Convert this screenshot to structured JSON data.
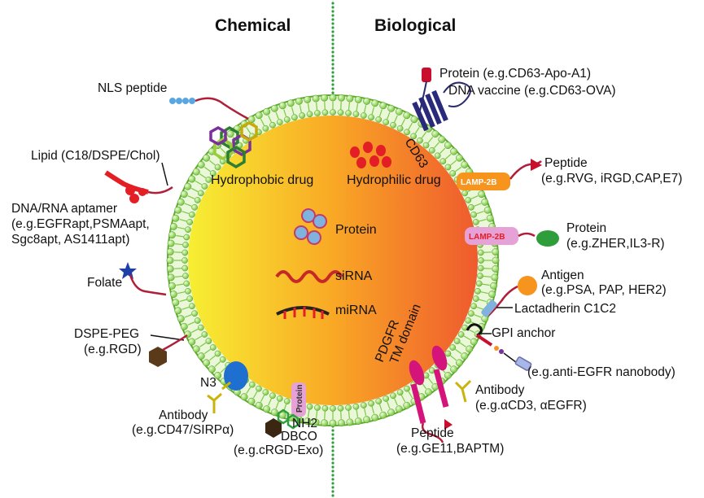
{
  "headers": {
    "left": "Chemical",
    "right": "Biological"
  },
  "inner": {
    "hydrophobic": "Hydrophobic drug",
    "hydrophilic": "Hydrophilic drug",
    "protein": "Protein",
    "sirna": "siRNA",
    "mirna": "miRNA"
  },
  "left_labels": {
    "nls": "NLS peptide",
    "lipid": "Lipid (C18/DSPE/Chol)",
    "aptamer_1": "DNA/RNA aptamer",
    "aptamer_2": "(e.g.EGFRapt,PSMAapt,",
    "aptamer_3": "Sgc8apt, AS1411apt)",
    "folate": "Folate",
    "dspe_1": "DSPE-PEG",
    "dspe_2": "(e.g.RGD)",
    "n3": "N3",
    "antibody_1": "Antibody",
    "antibody_2": "(e.g.CD47/SIRPα)",
    "nh2": "NH2",
    "dbco": "DBCO",
    "crgd": "(e.g.cRGD-Exo)",
    "protein_tag": "Protein"
  },
  "right_labels": {
    "prot_cd63": "Protein (e.g.CD63-Apo-A1)",
    "dna_vaccine": "DNA vaccine (e.g.CD63-OVA)",
    "cd63": "CD63",
    "peptide_1": "Peptide",
    "peptide_2": "(e.g.RVG, iRGD,CAP,E7)",
    "lamp2b_1": "LAMP-2B",
    "lamp2b_2": "LAMP-2B",
    "protein_1": "Protein",
    "protein_2": "(e.g.ZHER,IL3-R)",
    "antigen_1": "Antigen",
    "antigen_2": "(e.g.PSA, PAP, HER2)",
    "lactadherin": "Lactadherin C1C2",
    "gpi": "GPI anchor",
    "nanobody": "(e.g.anti-EGFR nanobody)",
    "pdgfr_1": "PDGFR",
    "pdgfr_2": "TM domain",
    "antibody2_1": "Antibody",
    "antibody2_2": "(e.g.αCD3, αEGFR)",
    "peptide3_1": "Peptide",
    "peptide3_2": "(e.g.GE11,BAPTM)"
  },
  "colors": {
    "core_left": "#f7ef33",
    "core_mid": "#f9a825",
    "core_right": "#ef5a2e",
    "membrane": "#7ac943",
    "lamp2b": "#f7941d",
    "lamp2b_pink": "#e6a1d6",
    "red_accent": "#e31e24",
    "blue": "#1f6fd1",
    "magenta": "#d4147b"
  }
}
